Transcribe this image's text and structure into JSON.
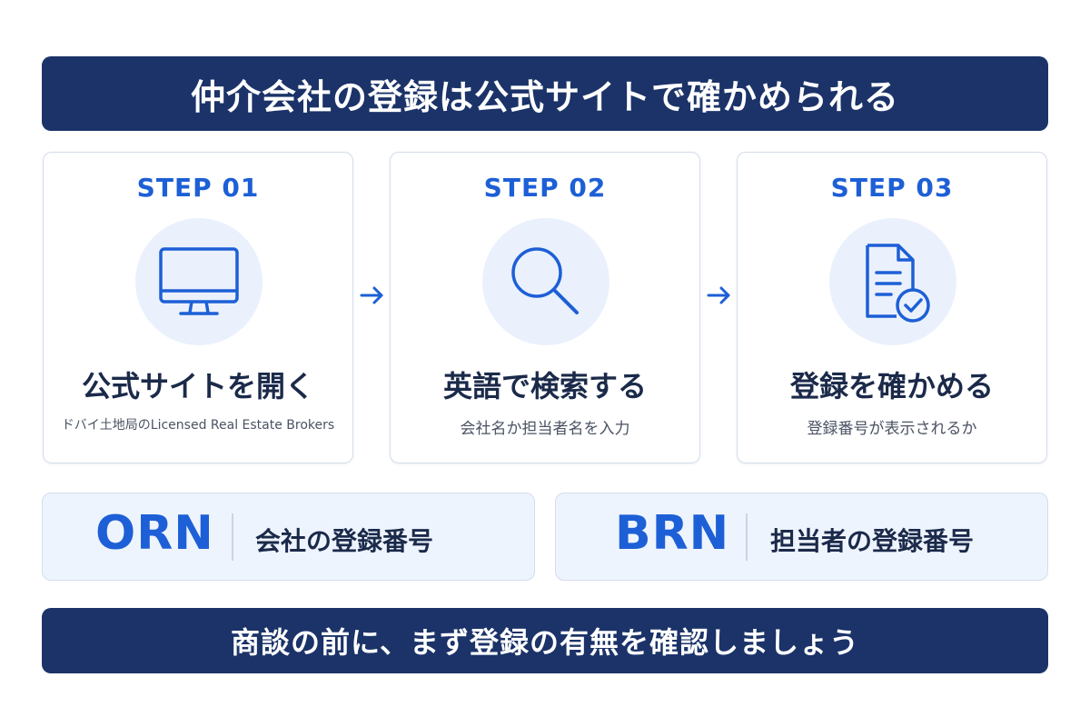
{
  "header": {
    "title": "仲介会社の登録は公式サイトで確かめられる"
  },
  "steps": [
    {
      "label": "STEP 01",
      "icon": "monitor-icon",
      "title": "公式サイトを開く",
      "description": "ドバイ土地局のLicensed Real Estate Brokers"
    },
    {
      "label": "STEP 02",
      "icon": "magnifier-icon",
      "title": "英語で検索する",
      "description": "会社名か担当者名を入力"
    },
    {
      "label": "STEP 03",
      "icon": "document-check-icon",
      "title": "登録を確かめる",
      "description": "登録番号が表示されるか"
    }
  ],
  "codes": [
    {
      "abbr": "ORN",
      "label": "会社の登録番号"
    },
    {
      "abbr": "BRN",
      "label": "担当者の登録番号"
    }
  ],
  "footer": {
    "text": "商談の前に、まず登録の有無を確認しましょう"
  },
  "colors": {
    "navy": "#1b3368",
    "accent_blue": "#1d5fd6",
    "icon_bg": "#eaf1fc",
    "code_bg": "#eef4fd"
  }
}
